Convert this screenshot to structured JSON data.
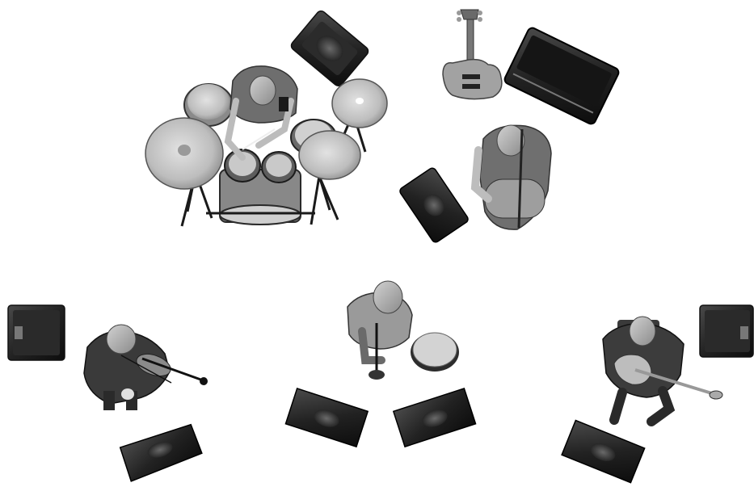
{
  "scene": {
    "background": "#ffffff",
    "colors": {
      "speaker_dark": "#1c1c1c",
      "speaker_mid": "#3a3a3a",
      "speaker_cone": "#555555",
      "cymbal": "#c8c8c8",
      "drum_shell": "#8a8a8a",
      "drum_head": "#dcdcdc",
      "skin": "#a8a8a8",
      "shirt": "#6f6f6f",
      "dark_cloth": "#3b3b3b",
      "guitar_body": "#9d9d9d"
    },
    "objects": [
      {
        "name": "monitor-speaker",
        "icon": "speaker-icon"
      },
      {
        "name": "drum-kit",
        "icon": "drum-kit-icon"
      },
      {
        "name": "drummer",
        "icon": "person-icon"
      },
      {
        "name": "bass-guitar",
        "icon": "bass-guitar-icon"
      },
      {
        "name": "bass-amplifier",
        "icon": "amplifier-icon"
      },
      {
        "name": "bassist",
        "icon": "person-icon"
      },
      {
        "name": "violinist",
        "icon": "person-violin-icon"
      },
      {
        "name": "vocalist",
        "icon": "person-microphone-icon"
      },
      {
        "name": "tambourine",
        "icon": "tambourine-icon"
      },
      {
        "name": "guitarist",
        "icon": "person-guitar-icon"
      }
    ]
  }
}
